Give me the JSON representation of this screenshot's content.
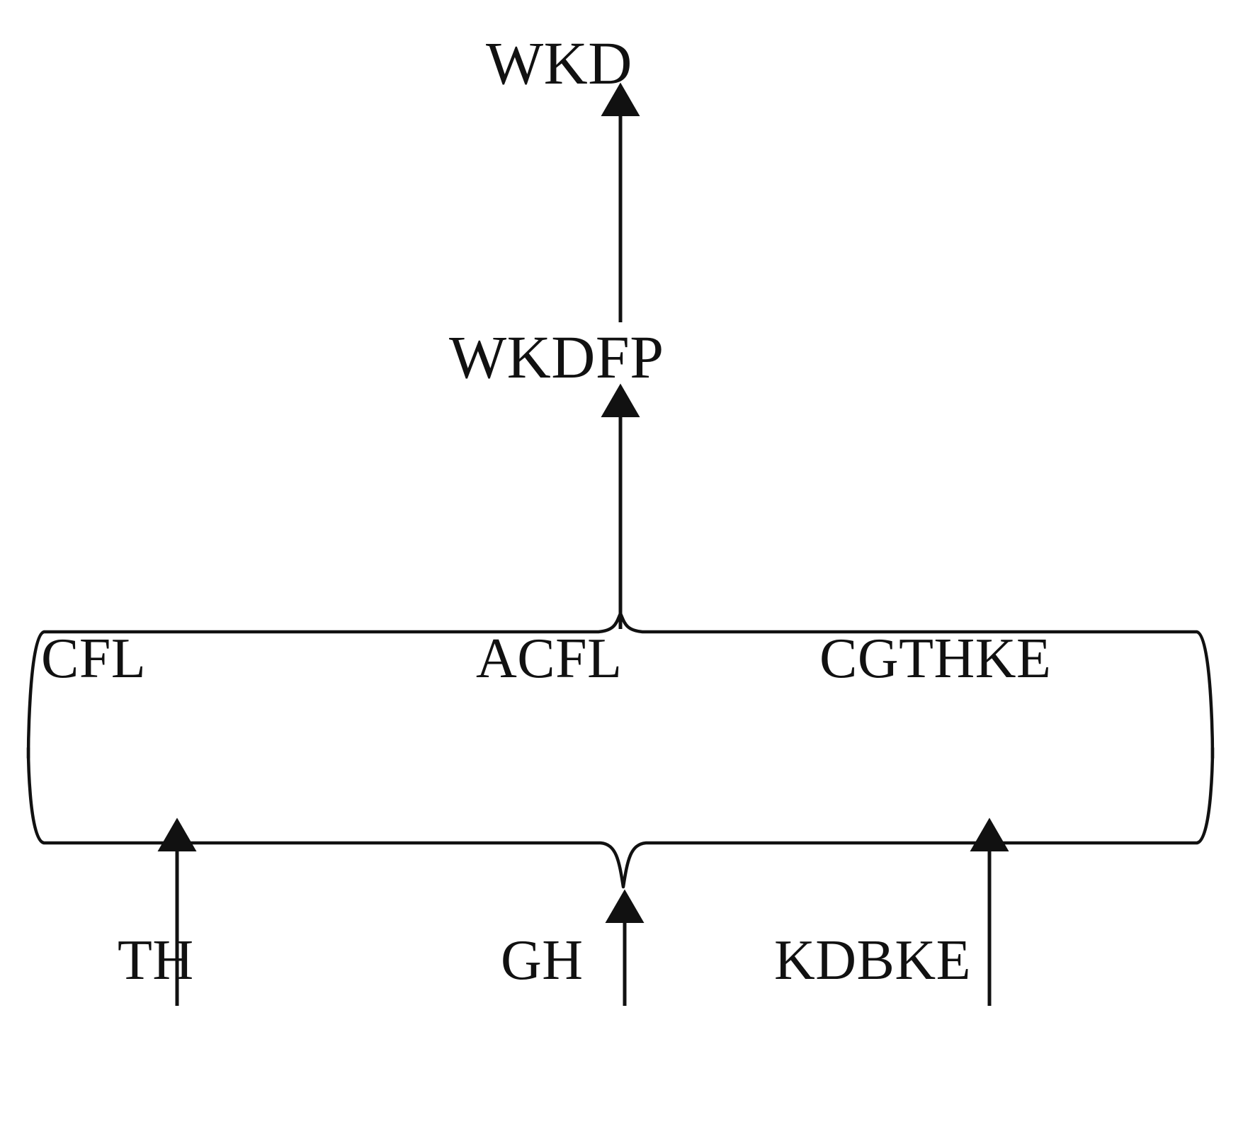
{
  "diagram": {
    "type": "flow-hierarchy",
    "orientation": "bottom-up",
    "background_color": "#ffffff",
    "stroke_color": "#111111",
    "nodes": {
      "top": {
        "label": "WKD"
      },
      "second": {
        "label": "WKDFP"
      },
      "group_members": [
        {
          "label": "CFL"
        },
        {
          "label": "ACFL"
        },
        {
          "label": "CGTHKE"
        }
      ],
      "inputs": [
        {
          "label": "TH"
        },
        {
          "label": "GH"
        },
        {
          "label": "KDBKE"
        }
      ]
    },
    "edges": [
      {
        "from": "WKDFP",
        "to": "WKD",
        "style": "arrow-up"
      },
      {
        "from": "group-brace",
        "to": "WKDFP",
        "style": "arrow-up"
      },
      {
        "from": "TH",
        "to": "group-brace",
        "style": "arrow-up"
      },
      {
        "from": "GH",
        "to": "group-brace-center",
        "style": "arrow-up"
      },
      {
        "from": "KDBKE",
        "to": "group-brace",
        "style": "arrow-up"
      }
    ],
    "braces": [
      {
        "name": "group-brace-top",
        "direction": "up",
        "peak_label": "WKDFP"
      },
      {
        "name": "group-brace-bottom",
        "direction": "down",
        "peak_label": "GH"
      }
    ]
  }
}
